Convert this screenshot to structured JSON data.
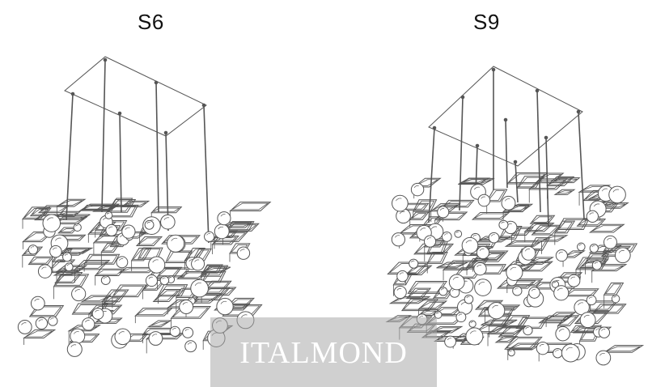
{
  "models": [
    {
      "label": "S6"
    },
    {
      "label": "S9"
    }
  ],
  "watermark": {
    "text": "ITALMOND"
  },
  "colors": {
    "line": "#555555",
    "background": "#ffffff",
    "watermark_bg": "#aaaaaa",
    "watermark_text": "#ffffff"
  }
}
